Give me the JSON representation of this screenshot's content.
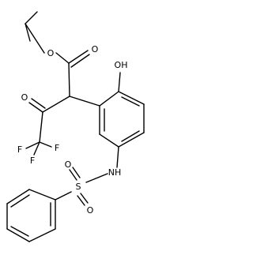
{
  "molecule": {
    "atoms": {
      "ester_o": "O",
      "carbonyl_o": "O",
      "ketone_o": "O",
      "hydroxyl": "OH",
      "f1": "F",
      "f2": "F",
      "f3": "F",
      "nh": "NH",
      "sulfur": "S",
      "so_upper": "O",
      "so_lower": "O"
    }
  }
}
